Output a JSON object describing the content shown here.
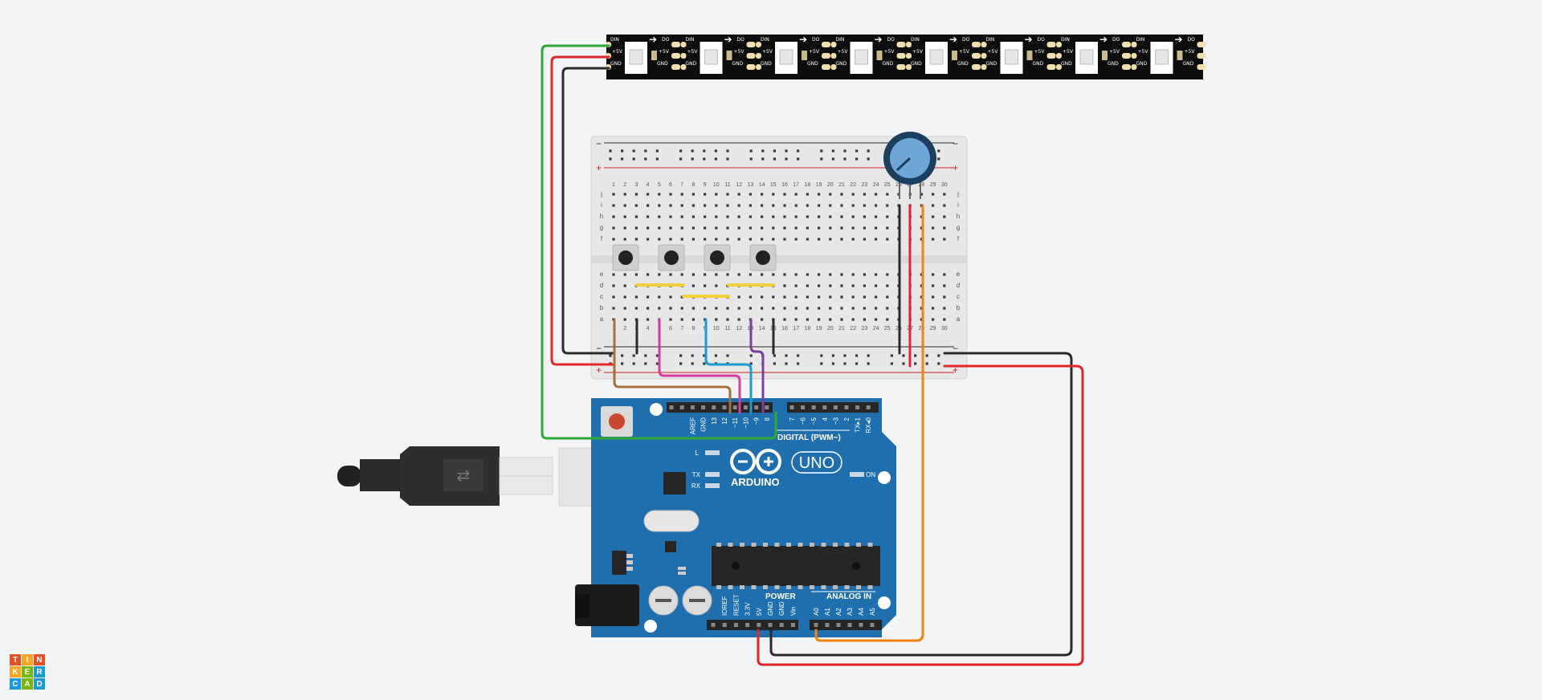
{
  "app": {
    "logo_letters": [
      "T",
      "I",
      "N",
      "K",
      "E",
      "R",
      "C",
      "A",
      "D"
    ],
    "logo_colors": [
      "#e2512a",
      "#f5a623",
      "#e2512a",
      "#f5a623",
      "#76b900",
      "#1d9ad6",
      "#1d9ad6",
      "#76b900",
      "#1d9ad6"
    ]
  },
  "led_strip": {
    "pixel_count": 8,
    "labels": {
      "din": "DIN",
      "do": "DO",
      "plus5v": "+5V",
      "gnd": "GND"
    }
  },
  "breadboard": {
    "rail_minus": "−",
    "rail_plus": "+",
    "column_numbers": [
      "1",
      "2",
      "3",
      "4",
      "5",
      "6",
      "7",
      "8",
      "9",
      "10",
      "11",
      "12",
      "13",
      "14",
      "15",
      "16",
      "17",
      "18",
      "19",
      "20",
      "21",
      "22",
      "23",
      "24",
      "25",
      "26",
      "27",
      "28",
      "29",
      "30"
    ],
    "row_letters_top": [
      "j",
      "i",
      "h",
      "g",
      "f"
    ],
    "row_letters_bottom": [
      "e",
      "d",
      "c",
      "b",
      "a"
    ],
    "button_count": 4
  },
  "arduino": {
    "brand": "ARDUINO",
    "model": "UNO",
    "digital_label": "DIGITAL (PWM~)",
    "power_label": "POWER",
    "analog_label": "ANALOG IN",
    "led_l": "L",
    "led_tx": "TX",
    "led_rx": "RX",
    "led_on": "ON",
    "digital_pins": [
      "AREF",
      "GND",
      "13",
      "12",
      "~11",
      "~10",
      "~9",
      "8",
      "7",
      "~6",
      "~5",
      "4",
      "~3",
      "2",
      "TX▸1",
      "RX◂0"
    ],
    "power_pins": [
      "IOREF",
      "RESET",
      "3.3V",
      "5V",
      "GND",
      "GND",
      "Vin"
    ],
    "analog_pins": [
      "A0",
      "A1",
      "A2",
      "A3",
      "A4",
      "A5"
    ]
  },
  "wire_colors": {
    "green": "#2ea836",
    "red": "#e0262a",
    "black": "#2b2b2b",
    "brown": "#a5703a",
    "magenta": "#d63c9f",
    "blue": "#1e9ad6",
    "purple": "#7c3fa0",
    "orange": "#f0820f",
    "yellow": "#f2d13a"
  }
}
